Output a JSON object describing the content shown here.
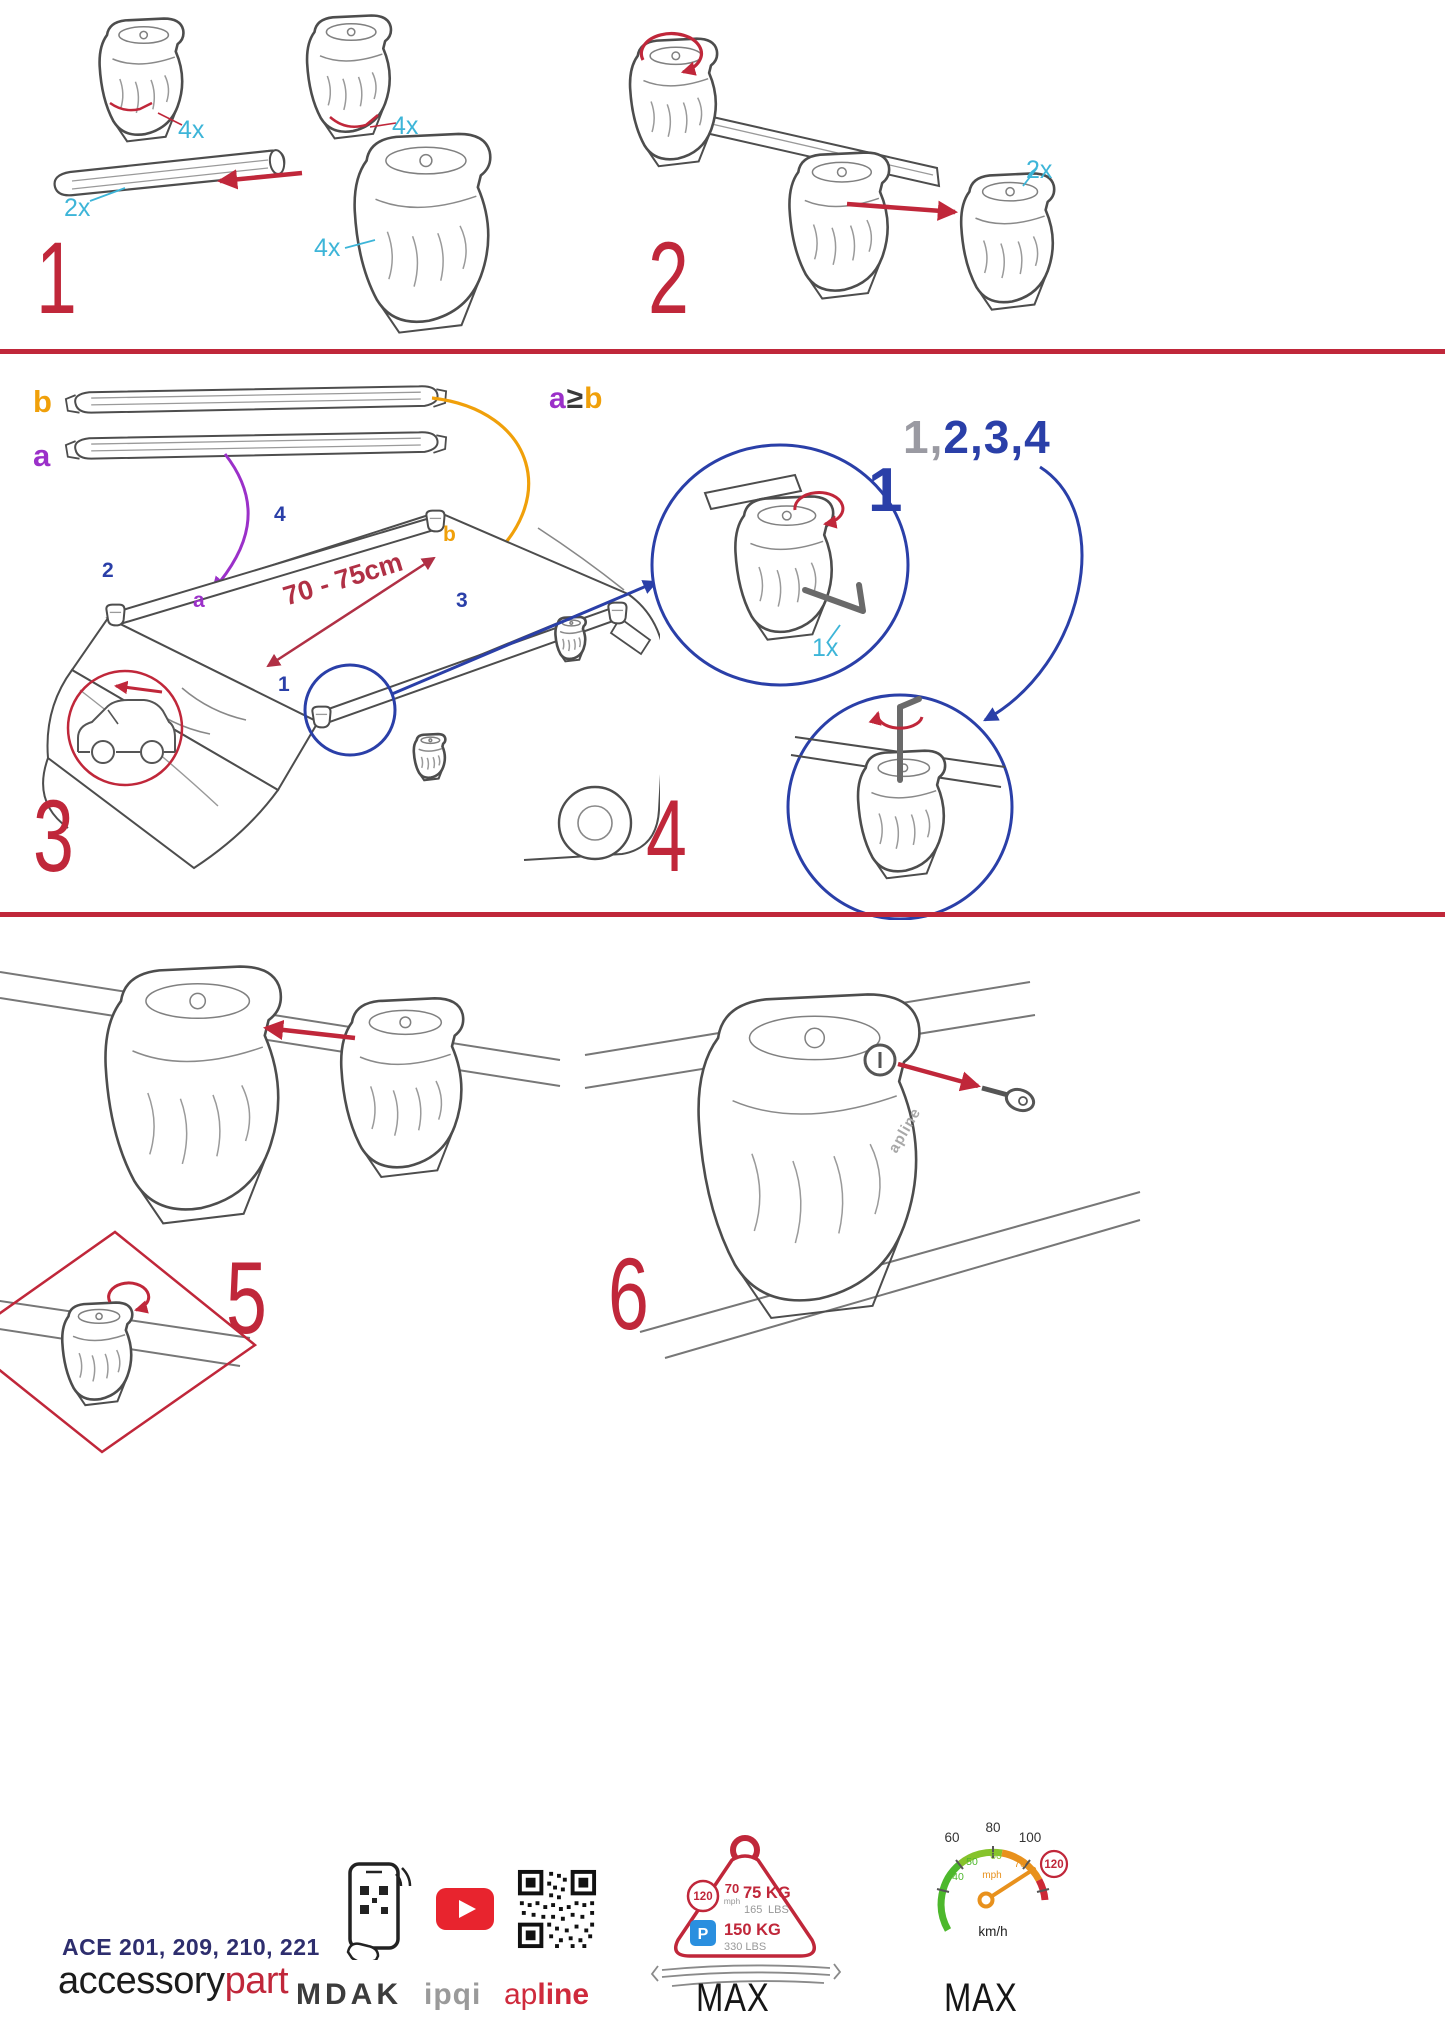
{
  "colors": {
    "red": "#c0273a",
    "cyan": "#3db5d8",
    "blue": "#2a3fa8",
    "purple": "#9b30c9",
    "orange": "#f0a00a"
  },
  "steps": {
    "s1": {
      "number": "1",
      "qty_pad_left": "4x",
      "qty_pad_right": "4x",
      "qty_bar": "2x",
      "qty_foot": "4x"
    },
    "s2": {
      "number": "2",
      "qty_cover": "2x"
    },
    "s3": {
      "number": "3",
      "bar_b": "b",
      "bar_a": "a",
      "rule_a": "a",
      "rule_op": "≥",
      "rule_b": "b",
      "distance": "70 - 75cm",
      "pos1": "1",
      "pos2": "2",
      "pos3": "3",
      "pos4": "4",
      "roof_a": "a",
      "roof_b": "b"
    },
    "s4": {
      "number": "4",
      "seq_gray": "1,",
      "seq_blue": "2,3,4",
      "callout": "1",
      "qty_key": "1x"
    },
    "s5": {
      "number": "5"
    },
    "s6": {
      "number": "6",
      "product_logo": "apline"
    }
  },
  "footer": {
    "models": "ACE 201, 209, 210, 221",
    "brand_black": "accessory",
    "brand_red": "part",
    "mdak": "MDAK",
    "ipqi": "ipqi",
    "apline_ap": "ap",
    "apline_line": "line"
  },
  "load_tag": {
    "circle_speed": "120",
    "mph_value": "70",
    "mph_unit": "mph",
    "kg_main": "75 KG",
    "lbs_value": "165",
    "lbs_unit": "LBS",
    "parking": "P",
    "kg_total": "150 KG",
    "lbs_total": "330 LBS",
    "max": "MAX"
  },
  "gauge": {
    "outer_60": "60",
    "outer_80": "80",
    "outer_100": "100",
    "limit": "120",
    "inner_40": "40",
    "inner_50": "50",
    "inner_60": "60",
    "inner_70": "70",
    "mph": "mph",
    "kmh": "km/h",
    "max": "MAX"
  }
}
